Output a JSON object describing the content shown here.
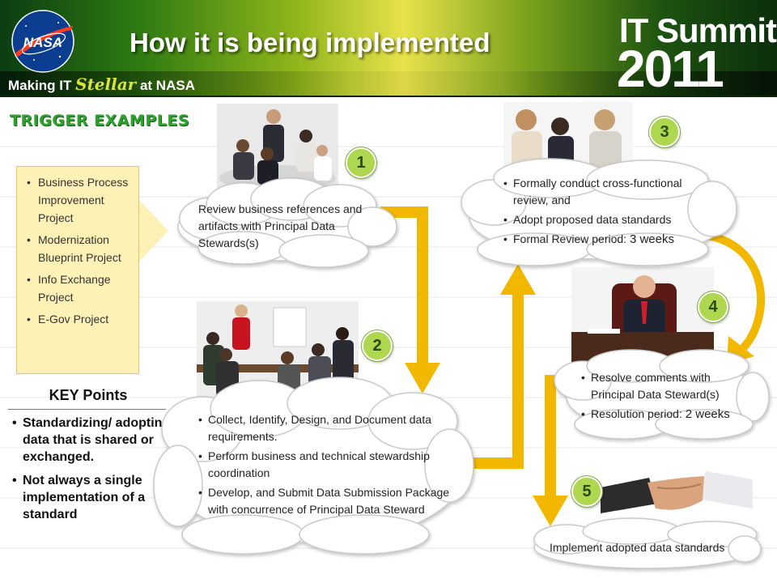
{
  "header": {
    "title": "How it is being implemented",
    "tagline_pre": "Making IT ",
    "tagline_stellar": "Stellar",
    "tagline_post": " at NASA",
    "logo_text": "NASA",
    "summit_line1": "IT Summit",
    "summit_line2": "2011"
  },
  "trigger": {
    "heading": "TRIGGER EXAMPLES",
    "items": [
      "Business Process Improvement Project",
      "Modernization Blueprint Project",
      "Info Exchange Project",
      "E-Gov Project"
    ]
  },
  "key_points": {
    "heading": "KEY Points",
    "items": [
      "Standardizing/ adopting data that is shared or exchanged.",
      "Not always a single implementation of a standard"
    ]
  },
  "steps": [
    {
      "number": "1",
      "text": "Review business references and artifacts with Principal Data Stewards(s)"
    },
    {
      "number": "2",
      "items": [
        "Collect, Identify, Design, and Document data requirements.",
        "Perform business and technical stewardship coordination",
        "Develop, and Submit Data Submission Package with concurrence of Principal Data Steward"
      ]
    },
    {
      "number": "3",
      "items": [
        "Formally conduct cross-functional review, and",
        "Adopt proposed data standards",
        "Formal Review period:"
      ],
      "period": "3 weeks"
    },
    {
      "number": "4",
      "items": [
        "Resolve comments with Principal Data Steward(s)",
        "Resolution period:"
      ],
      "period": "2 weeks"
    },
    {
      "number": "5",
      "text": "Implement adopted data standards"
    }
  ],
  "colors": {
    "arrow": "#f2b800",
    "circle": "#aed64f",
    "trigger_box": "#fdf1b6",
    "heading_green": "#2fa12f"
  },
  "icons": [
    "nasa-logo",
    "people-meeting-photo",
    "presentation-photo",
    "business-people-photo",
    "man-on-phone-photo",
    "handshake-photo"
  ]
}
